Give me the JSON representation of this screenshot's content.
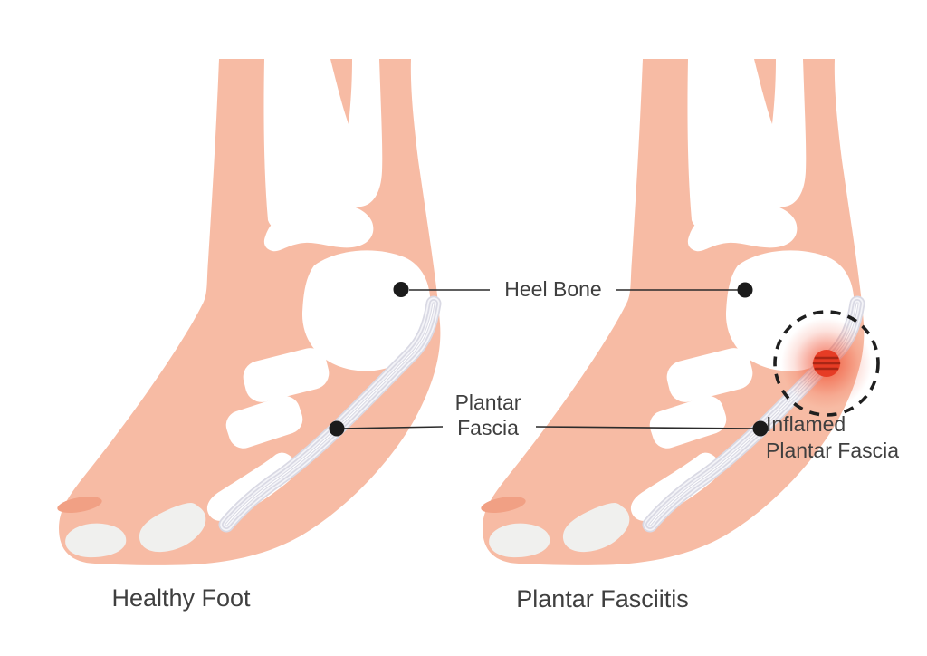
{
  "colors": {
    "skin": "#f7bba4",
    "skin_shade": "#f1a084",
    "bone": "#ffffff",
    "toe_bone": "#f0f0ee",
    "fascia": "#d9d9e4",
    "fascia_stripe": "#f4f4f8",
    "inflame_glow": "#ef4526",
    "inflame_core": "#e63c25",
    "inflame_stripe": "#a82615",
    "text": "#3f3f3f",
    "line": "#2b2b2b",
    "marker": "#1b1b1b",
    "dashed_ring": "#1f1f1f",
    "background": "#ffffff"
  },
  "annotations": {
    "heel_bone": "Heel Bone",
    "plantar_fascia": [
      "Plantar",
      "Fascia"
    ],
    "inflamed_plantar_fascia": [
      "Inflamed",
      "Plantar Fascia"
    ]
  },
  "captions": {
    "healthy": "Healthy Foot",
    "diseased": "Plantar Fasciitis"
  }
}
